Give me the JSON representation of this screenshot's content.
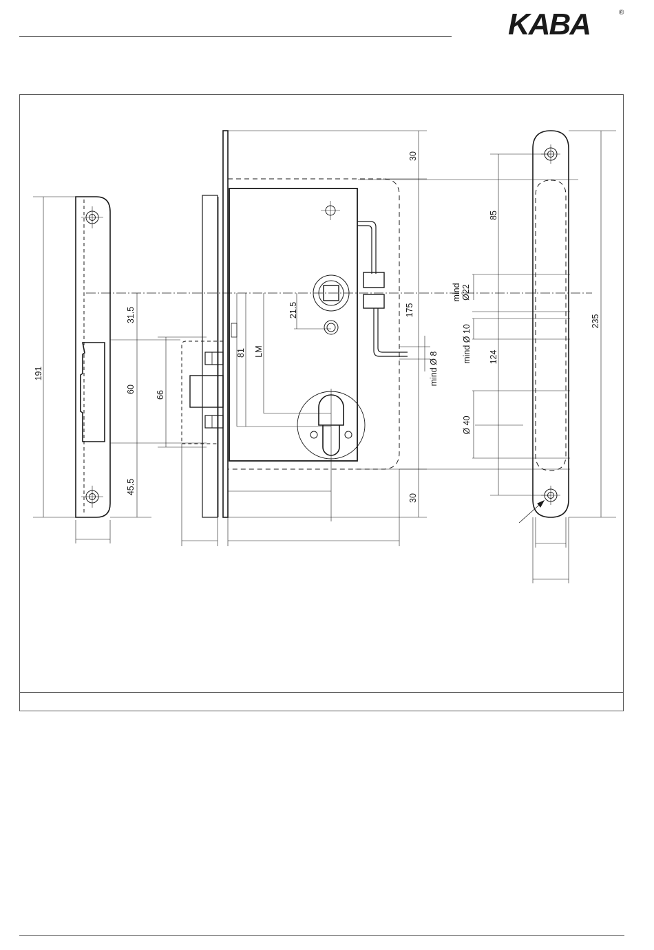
{
  "brand": {
    "logo_text": "KABA",
    "registered_mark": "®"
  },
  "drawing": {
    "dimensions": {
      "d191": "191",
      "d31_5": "31.5",
      "d60": "60",
      "d66": "66",
      "d45_5": "45.5",
      "d81": "81",
      "lm": "LM",
      "d21_5": "21.5",
      "d30_top": "30",
      "d30_bottom": "30",
      "d175": "175",
      "mind_d8": "mind Ø 8",
      "mind_label": "mind",
      "d22": "Ø22",
      "d85": "85",
      "mind_d10": "mind Ø 10",
      "d124": "124",
      "d40": "Ø 40",
      "d235": "235"
    }
  },
  "colors": {
    "line": "#1a1a1a",
    "frame": "#555555"
  }
}
